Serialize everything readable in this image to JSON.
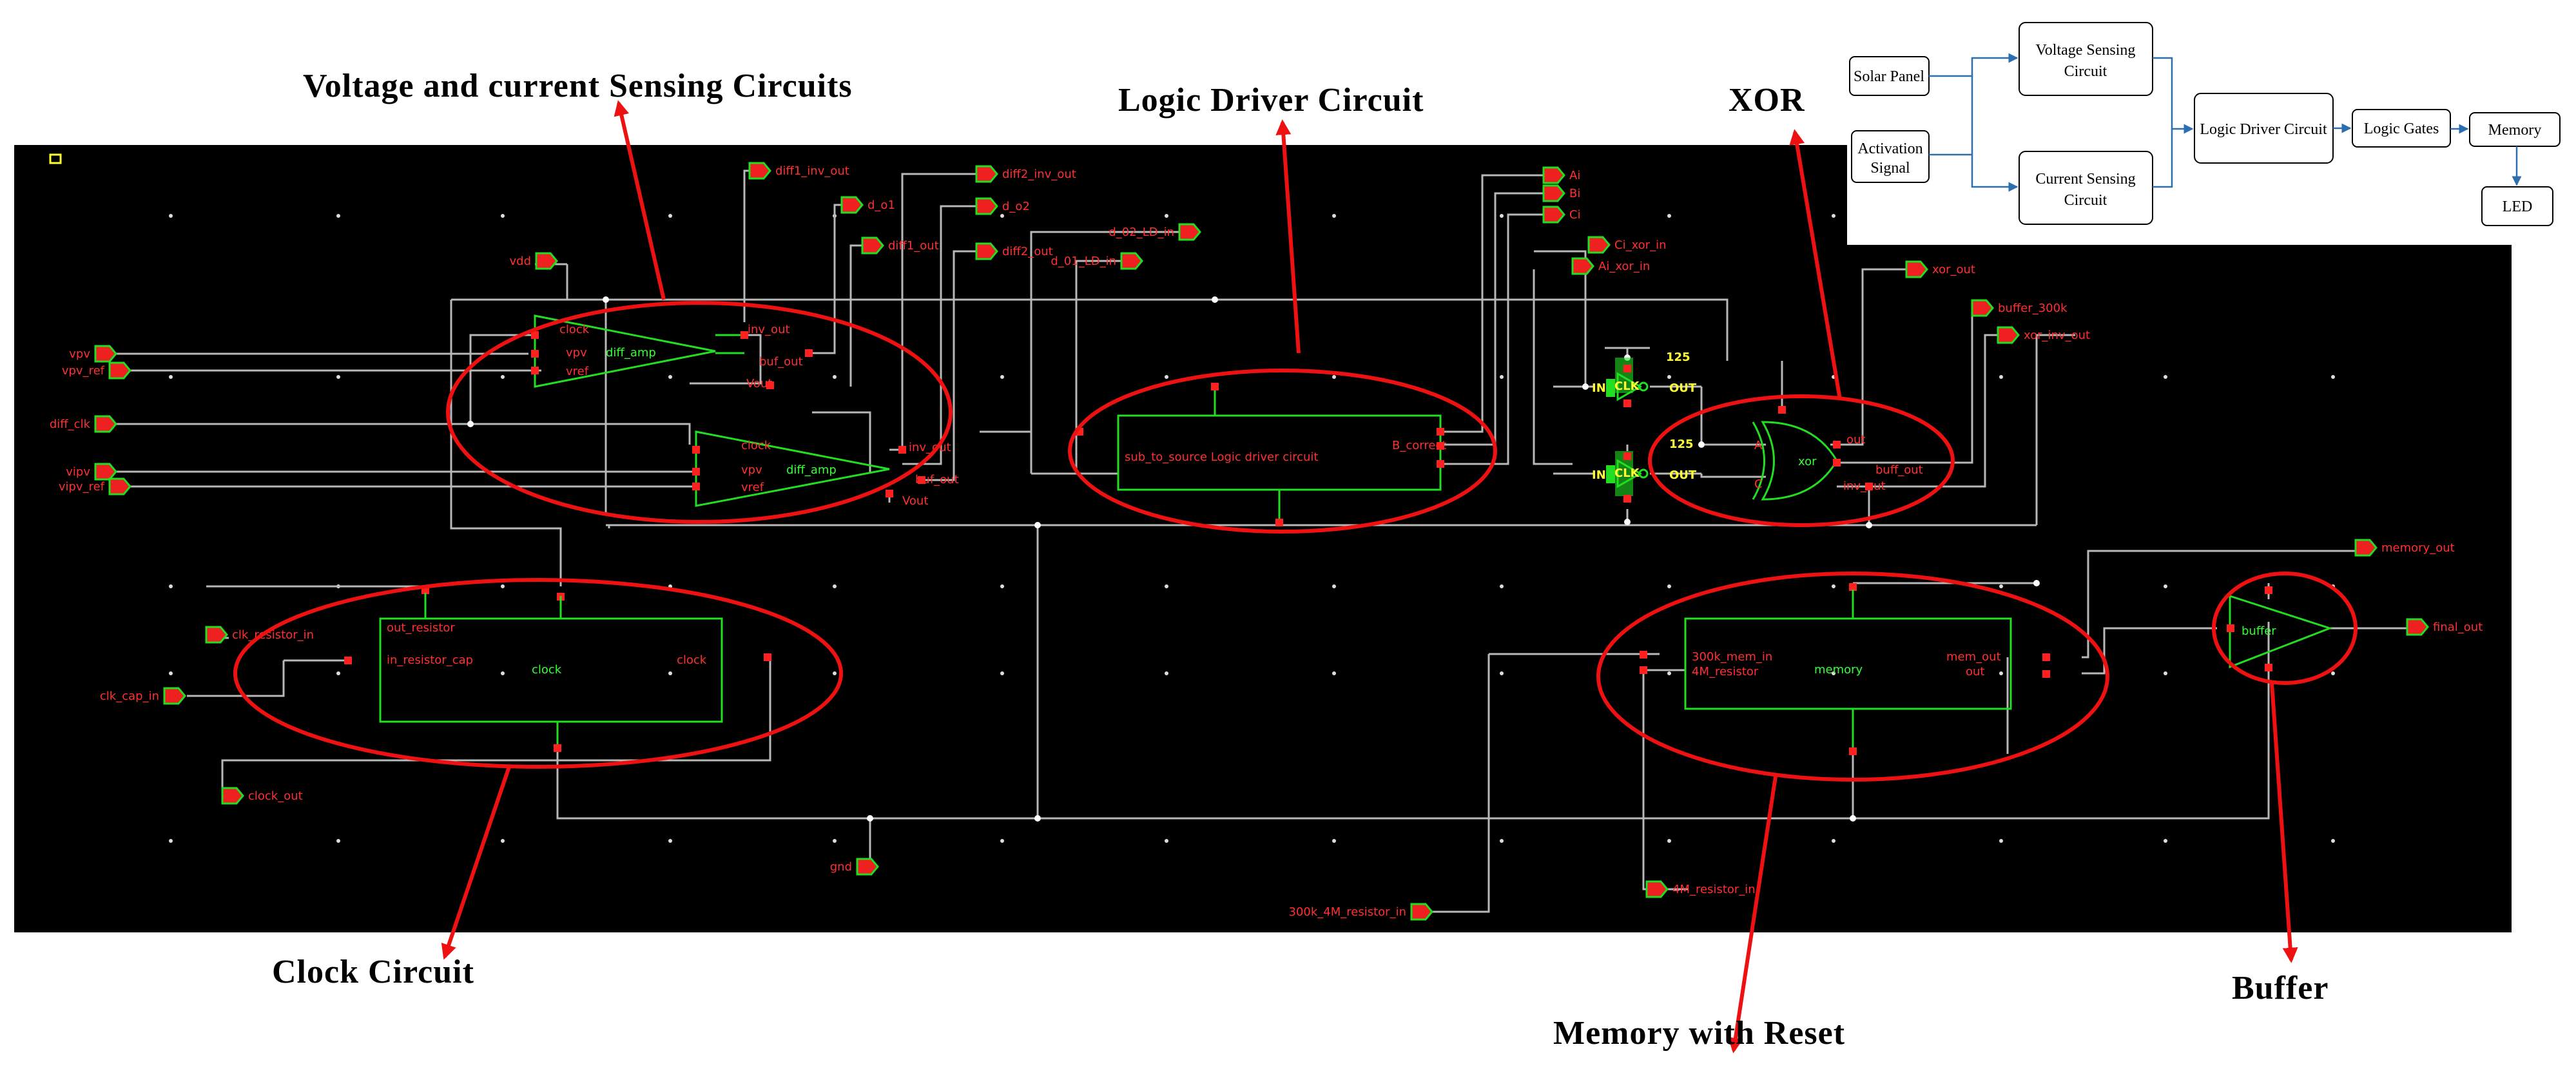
{
  "annotations": {
    "sensing": "Voltage and current Sensing Circuits",
    "logic": "Logic Driver Circuit",
    "xor": "XOR",
    "clock": "Clock Circuit",
    "memory": "Memory with Reset",
    "buffer": "Buffer"
  },
  "pins": {
    "vdd": "vdd",
    "vpv": "vpv",
    "vpv_ref": "vpv_ref",
    "diff_clk": "diff_clk",
    "vipv": "vipv",
    "vipv_ref": "vipv_ref",
    "diff1_inv_out": "diff1_inv_out",
    "d_o1": "d_o1",
    "diff1_out": "diff1_out",
    "diff2_inv_out": "diff2_inv_out",
    "d_o2": "d_o2",
    "diff2_out": "diff2_out",
    "d_02_LD_in": "d_02_LD_in",
    "d_01_LD_in": "d_01_LD_in",
    "Ai": "Ai",
    "Bi": "Bi",
    "Ci": "Ci",
    "Ci_xor_in": "Ci_xor_in",
    "Ai_xor_in": "Ai_xor_in",
    "xor_out": "xor_out",
    "buffer_300k": "buffer_300k",
    "xor_inv_out": "xor_inv_out",
    "memory_out": "memory_out",
    "final_out": "final_out",
    "clk_resistor_in": "clk_resistor_in",
    "clk_cap_in": "clk_cap_in",
    "clock_out": "clock_out",
    "gnd": "gnd",
    "r300k_4M_resistor_in": "300k_4M_resistor_in",
    "r4M_resistor_in": "4M_resistor_in"
  },
  "blocks": {
    "diff_amp1": {
      "name": "diff_amp",
      "in1": "clock",
      "in2": "vpv",
      "in3": "vref",
      "out1": "inv_out",
      "out2": "buf_out",
      "out3": "Vout"
    },
    "diff_amp2": {
      "name": "diff_amp",
      "in1": "clock",
      "in2": "vpv",
      "in3": "vref",
      "out1": "inv_out",
      "out2": "buf_out",
      "out3": "Vout"
    },
    "logic_driver": {
      "name": "sub_to_source Logic driver circuit",
      "out": "B_correct"
    },
    "inv1": {
      "in": "IN",
      "out": "OUT",
      "value": "125",
      "mid": "CLK"
    },
    "inv2": {
      "in": "IN",
      "out": "OUT",
      "value": "125",
      "mid": "CLK"
    },
    "xor": {
      "name": "xor",
      "in_a": "A",
      "in_c": "C",
      "out1": "out",
      "out2": "inv_out",
      "out3": "buff_out"
    },
    "clock": {
      "name": "clock",
      "in1": "out_resistor",
      "in2": "in_resistor_cap",
      "out": "clock"
    },
    "memory": {
      "name": "memory",
      "in1": "300k_mem_in",
      "in2": "4M_resistor",
      "out1": "mem_out",
      "out2": "out"
    },
    "buffer": {
      "name": "buffer"
    }
  },
  "flowchart": {
    "solar_panel": "Solar Panel",
    "activation_1": "Activation",
    "activation_2": "Signal",
    "voltage_1": "Voltage Sensing",
    "voltage_2": "Circuit",
    "current_1": "Current Sensing",
    "current_2": "Circuit",
    "logic_driver": "Logic Driver Circuit",
    "logic_gates": "Logic Gates",
    "memory": "Memory",
    "led": "LED"
  },
  "colors": {
    "schematic_bg": "#000000",
    "wire": "#b8b8b8",
    "symbol": "#22dd22",
    "pin": "#ff3030",
    "annotation": "#ee1111",
    "flow_arrow": "#2c6fb0"
  }
}
